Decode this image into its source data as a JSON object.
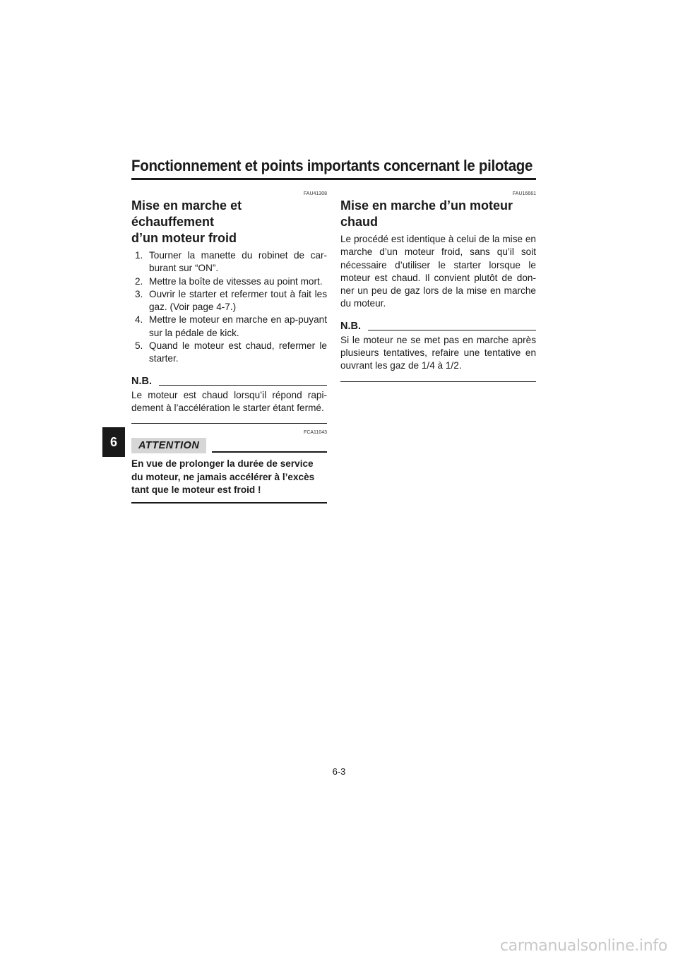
{
  "header": {
    "title": "Fonctionnement et points importants concernant le pilotage"
  },
  "chapter_tab": "6",
  "left": {
    "section1": {
      "code": "FAU41308",
      "title_line1": "Mise en marche et échauffement",
      "title_line2": "d’un moteur froid",
      "steps": [
        {
          "num": "1.",
          "text": "Tourner la manette du robinet de car-burant sur “ON”."
        },
        {
          "num": "2.",
          "text": "Mettre la boîte de vitesses au point mort."
        },
        {
          "num": "3.",
          "text": "Ouvrir le starter et refermer tout à fait les gaz. (Voir page 4-7.)"
        },
        {
          "num": "4.",
          "text": "Mettre le moteur en marche en ap-puyant sur la pédale de kick."
        },
        {
          "num": "5.",
          "text": "Quand le moteur est chaud, refermer le starter."
        }
      ]
    },
    "nb": {
      "label": "N.B.",
      "text": "Le moteur est chaud lorsqu’il répond rapi-dement à l’accélération le starter étant fermé."
    },
    "attention": {
      "code": "FCA11043",
      "label": "ATTENTION",
      "text": "En vue de prolonger la durée de service du moteur, ne jamais accélérer à l’excès tant que le moteur est froid !"
    }
  },
  "right": {
    "section2": {
      "code": "FAU16661",
      "title_line1": "Mise en marche d’un moteur",
      "title_line2": "chaud",
      "text": "Le procédé est identique à celui de la mise en marche d’un moteur froid, sans qu’il soit nécessaire d’utiliser le starter lorsque le moteur est chaud. Il convient plutôt de don-ner un peu de gaz lors de la mise en marche du moteur."
    },
    "nb": {
      "label": "N.B.",
      "text": "Si le moteur ne se met pas en marche après plusieurs tentatives, refaire une tentative en ouvrant les gaz de 1/4 à 1/2."
    }
  },
  "page_number": "6-3",
  "watermark": "carmanualsonline.info"
}
